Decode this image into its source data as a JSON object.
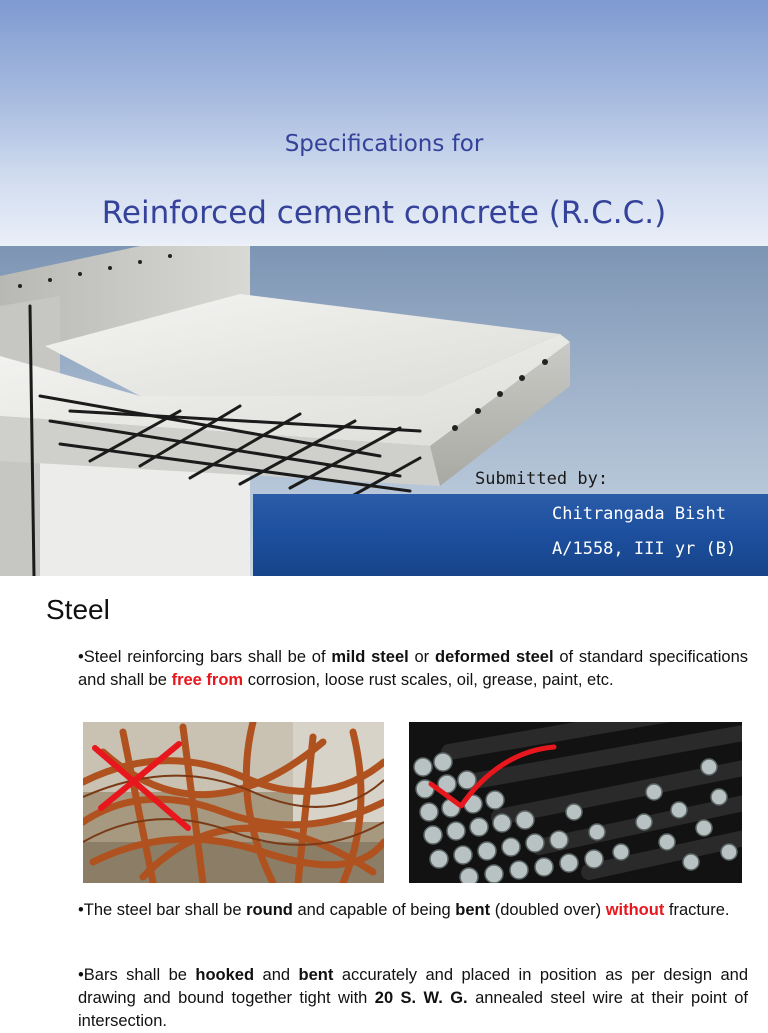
{
  "slide1": {
    "subtitle": "Specifications for",
    "title": "Reinforced cement concrete (R.C.C.)",
    "submitted_label": "Submitted by:",
    "author_name": "Chitrangada Bisht",
    "author_id": "A/1558, III yr (B)"
  },
  "slide2": {
    "heading": "Steel",
    "para1": {
      "bullet": "•",
      "t1": "Steel reinforcing bars shall be of ",
      "b1": "mild steel",
      "t2": " or ",
      "b2": "deformed steel",
      "t3": " of standard specifications and shall be ",
      "r1": "free from",
      "t4": " corrosion, loose rust scales, oil, grease, paint, etc."
    },
    "para2": {
      "bullet": "•",
      "t1": "The steel bar shall be ",
      "b1": "round",
      "t2": " and capable of being ",
      "b2": "bent",
      "t3": " (doubled over) ",
      "r1": "without",
      "t4": " fracture."
    },
    "para3": {
      "bullet": "•",
      "t1": "Bars shall be ",
      "b1": "hooked",
      "t2": " and ",
      "b2": "bent",
      "t3": " accurately and placed in position as per design and drawing and bound together tight with ",
      "b3": "20 S. W. G.",
      "t4": " annealed steel wire at their point of intersection."
    }
  },
  "colors": {
    "title_blue": "#34429a",
    "band_blue": "#1c4f9e",
    "highlight_red": "#e8161d",
    "rust": "#b0521f"
  },
  "icons": {
    "wrong_mark": "cross-mark-icon",
    "right_mark": "check-mark-icon"
  }
}
